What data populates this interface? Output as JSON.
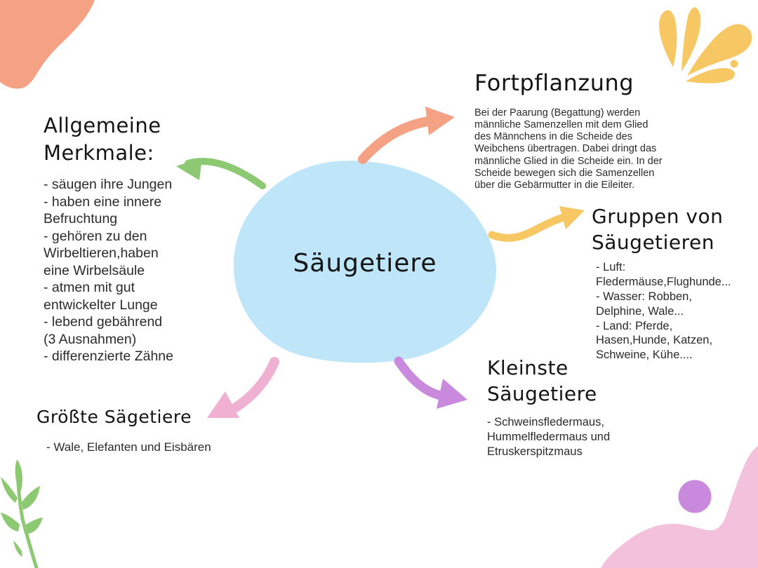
{
  "center": {
    "label": "Säugetiere"
  },
  "nodes": {
    "allgemeine": {
      "title": "Allgemeine\nMerkmale:",
      "body": "- säugen ihre Jungen\n- haben eine innere\nBefruchtung\n- gehören zu den\nWirbeltieren,haben\neine Wirbelsäule\n- atmen mit gut\nentwickelter Lunge\n- lebend gebährend\n (3 Ausnahmen)\n- differenzierte Zähne"
    },
    "fortpflanzung": {
      "title": "Fortpflanzung",
      "body": "Bei der Paarung (Begattung) werden\nmännliche Samenzellen mit dem Glied\ndes Männchens in die Scheide des\nWeibchens übertragen. Dabei dringt das\nmännliche Glied in die Scheide ein. In der\nScheide bewegen sich die Samenzellen\nüber die Gebärmutter in die Eileiter."
    },
    "gruppen": {
      "title": "Gruppen von\nSäugetieren",
      "body": "- Luft:\nFledermäuse,Flughunde...\n- Wasser: Robben,\nDelphine, Wale...\n- Land: Pferde,\nHasen,Hunde, Katzen,\nSchweine, Kühe...."
    },
    "kleinste": {
      "title": "Kleinste\nSäugetiere",
      "body": "- Schweinsfledermaus,\nHummelfledermaus und\nEtruskerspitzmaus"
    },
    "groesste": {
      "title": "Größte Sägetiere",
      "body": "-  Wale, Elefanten und Eisbären"
    }
  },
  "decorations": {
    "top_left": "salmon-corner-blob",
    "top_right": "yellow-splash",
    "bottom_left": "green-branch",
    "bottom_right": "pink-corner-blob",
    "bottom_right_accent": "purple-dot"
  },
  "colors": {
    "green": "#8dc873",
    "salmon": "#f5a183",
    "yellow": "#f7c763",
    "pink_arrow": "#f0b0d2",
    "pink_blob": "#f3c1db",
    "purple": "#c98ade",
    "sky": "#bfe6f8",
    "ink": "#141414"
  }
}
